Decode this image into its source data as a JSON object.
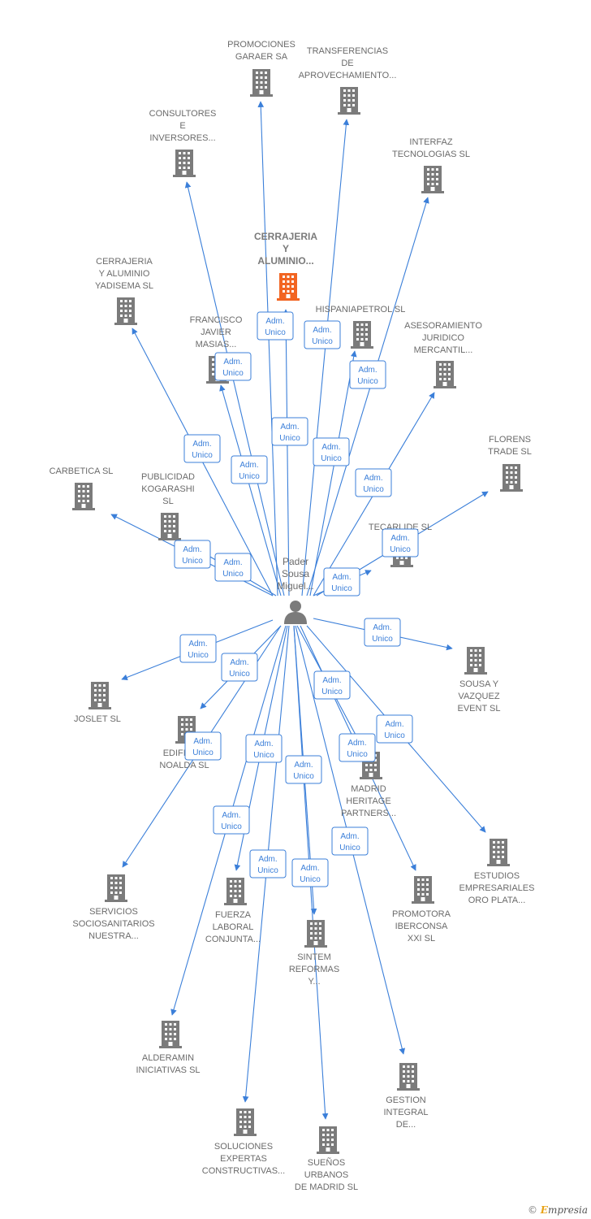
{
  "center": {
    "label_lines": [
      "Pader",
      "Sousa",
      "Miguel..."
    ],
    "icon": "person-icon"
  },
  "edge_label_lines": [
    "Adm.",
    "Unico"
  ],
  "colors": {
    "edge": "#3b7fd9",
    "building": "#7b7b7b",
    "highlight": "#f26522",
    "text": "#6b6b6b"
  },
  "companies": [
    {
      "id": "promociones-garaer",
      "lines": [
        "PROMOCIONES",
        "GARAER SA"
      ]
    },
    {
      "id": "transferencias",
      "lines": [
        "TRANSFERENCIAS",
        "DE",
        "APROVECHAMIENTO..."
      ]
    },
    {
      "id": "consultores",
      "lines": [
        "CONSULTORES",
        "E",
        "INVERSORES..."
      ]
    },
    {
      "id": "interfaz",
      "lines": [
        "INTERFAZ",
        "TECNOLOGIAS SL"
      ]
    },
    {
      "id": "cerrajeria-aluminio",
      "lines": [
        "CERRAJERIA",
        "Y",
        "ALUMINIO..."
      ],
      "highlight": true
    },
    {
      "id": "cerrajeria-yadisema",
      "lines": [
        "CERRAJERIA",
        "Y ALUMINIO",
        "YADISEMA  SL"
      ]
    },
    {
      "id": "francisco",
      "lines": [
        "FRANCISCO",
        "JAVIER",
        "MASIAS..."
      ]
    },
    {
      "id": "hispaniapetrol",
      "lines": [
        "HISPANIAPETROL SL"
      ]
    },
    {
      "id": "asesoramiento",
      "lines": [
        "ASESORAMIENTO",
        "JURIDICO",
        "MERCANTIL..."
      ]
    },
    {
      "id": "florens",
      "lines": [
        "FLORENS",
        "TRADE SL"
      ]
    },
    {
      "id": "carbetica",
      "lines": [
        "CARBETICA SL"
      ]
    },
    {
      "id": "publicidad",
      "lines": [
        "PUBLICIDAD",
        "KOGARASHI",
        "SL"
      ]
    },
    {
      "id": "tecarlide",
      "lines": [
        "TECARLIDE SL"
      ]
    },
    {
      "id": "sousa-vazquez",
      "lines": [
        "SOUSA Y",
        "VAZQUEZ",
        "EVENT SL"
      ]
    },
    {
      "id": "joslet",
      "lines": [
        "JOSLET SL"
      ]
    },
    {
      "id": "edificaciones",
      "lines": [
        "EDIFICA...",
        "NOALDA SL"
      ]
    },
    {
      "id": "madrid-heritage",
      "lines": [
        "MADRID",
        "HERITAGE",
        "PARTNERS..."
      ]
    },
    {
      "id": "estudios",
      "lines": [
        "ESTUDIOS",
        "EMPRESARIALES",
        "ORO PLATA..."
      ]
    },
    {
      "id": "servicios",
      "lines": [
        "SERVICIOS",
        "SOCIOSANITARIOS",
        "NUESTRA..."
      ]
    },
    {
      "id": "fuerza-laboral",
      "lines": [
        "FUERZA",
        "LABORAL",
        "CONJUNTA..."
      ]
    },
    {
      "id": "promotora",
      "lines": [
        "PROMOTORA",
        "IBERCONSA",
        "XXI SL"
      ]
    },
    {
      "id": "sintem",
      "lines": [
        "SINTEM",
        "REFORMAS",
        "Y..."
      ]
    },
    {
      "id": "alderamin",
      "lines": [
        "ALDERAMIN",
        "INICIATIVAS SL"
      ]
    },
    {
      "id": "gestion-integral",
      "lines": [
        "GESTION",
        "INTEGRAL",
        "DE..."
      ]
    },
    {
      "id": "soluciones",
      "lines": [
        "SOLUCIONES",
        "EXPERTAS",
        "CONSTRUCTIVAS..."
      ]
    },
    {
      "id": "suenos",
      "lines": [
        "SUEÑOS",
        "URBANOS",
        "DE MADRID SL"
      ]
    }
  ],
  "footer": {
    "copyright": "©",
    "brand_initial": "E",
    "brand_rest": "mpresia"
  }
}
